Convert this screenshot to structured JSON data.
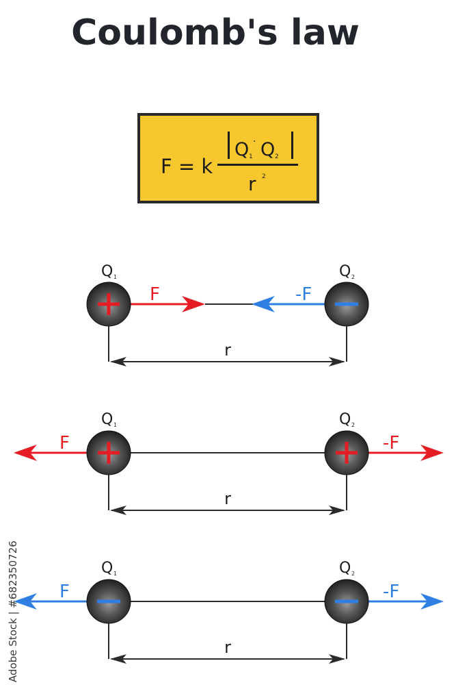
{
  "title": "Coulomb's law",
  "formula": {
    "lhs": "F = k",
    "numerator_q1": "Q",
    "q1_sub": "1",
    "dot": "·",
    "numerator_q2": "Q",
    "q2_sub": "2",
    "denominator": "r",
    "denominator_exp": "2"
  },
  "colors": {
    "box_fill": "#f7c82e",
    "positive_force": "#e51c23",
    "negative_force": "#2f7fe3",
    "charge_sphere": "#2b2b2b",
    "line": "#2a2a2a"
  },
  "scenarios": [
    {
      "name": "opposite-charges-attract",
      "charge1": {
        "label": "Q",
        "sub": "1",
        "sign": "+"
      },
      "charge2": {
        "label": "Q",
        "sub": "2",
        "sign": "−"
      },
      "force1_label": "F",
      "force2_label": "-F",
      "force_direction": "inward",
      "distance_label": "r"
    },
    {
      "name": "positive-charges-repel",
      "charge1": {
        "label": "Q",
        "sub": "1",
        "sign": "+"
      },
      "charge2": {
        "label": "Q",
        "sub": "2",
        "sign": "+"
      },
      "force1_label": "F",
      "force2_label": "-F",
      "force_direction": "outward",
      "distance_label": "r"
    },
    {
      "name": "negative-charges-repel",
      "charge1": {
        "label": "Q",
        "sub": "1",
        "sign": "−"
      },
      "charge2": {
        "label": "Q",
        "sub": "2",
        "sign": "−"
      },
      "force1_label": "F",
      "force2_label": "-F",
      "force_direction": "outward",
      "distance_label": "r"
    }
  ],
  "watermark": "Adobe Stock | #682350726"
}
